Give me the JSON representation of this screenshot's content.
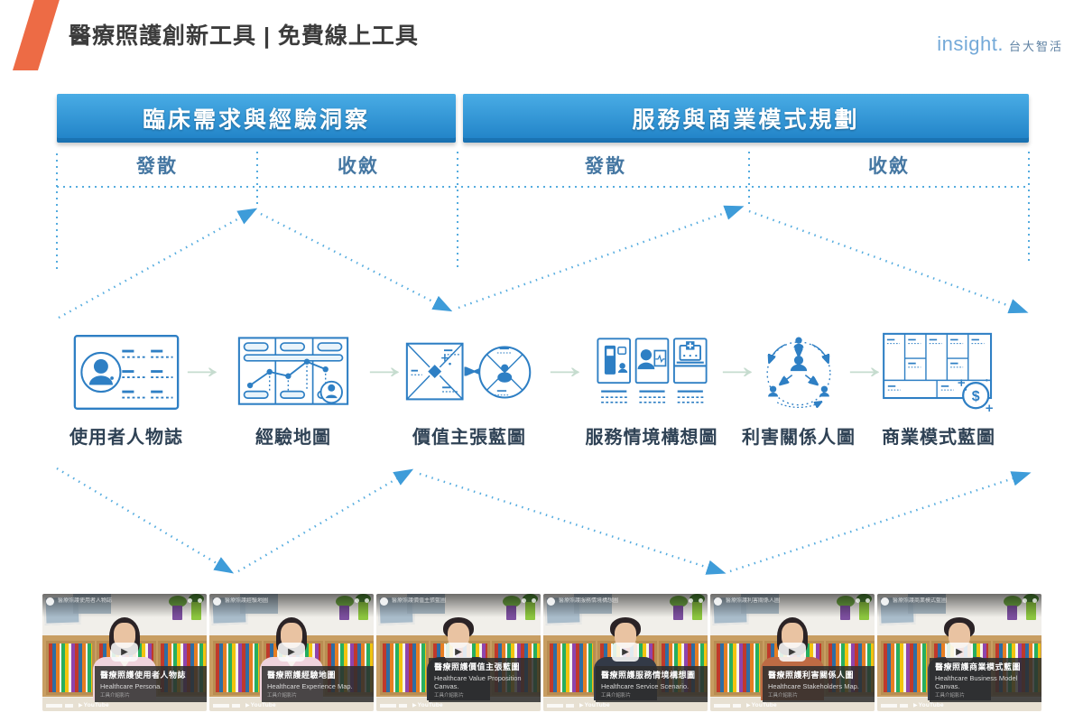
{
  "header": {
    "title": "醫療照護創新工具 | 免費線上工具"
  },
  "brand": {
    "name": "insight.",
    "org": "台大智活"
  },
  "process": {
    "sections": [
      {
        "title": "臨床需求與經驗洞察",
        "phases": [
          {
            "label": "發散"
          },
          {
            "label": "收斂"
          }
        ]
      },
      {
        "title": "服務與商業模式規劃",
        "phases": [
          {
            "label": "發散"
          },
          {
            "label": "收斂"
          }
        ]
      }
    ],
    "tools": [
      {
        "label": "使用者人物誌",
        "icon": "persona-card-icon"
      },
      {
        "label": "經驗地圖",
        "icon": "experience-map-icon"
      },
      {
        "label": "價值主張藍圖",
        "icon": "value-proposition-icon"
      },
      {
        "label": "服務情境構想圖",
        "icon": "service-scenario-icon"
      },
      {
        "label": "利害關係人圖",
        "icon": "stakeholders-map-icon"
      },
      {
        "label": "商業模式藍圖",
        "icon": "business-model-canvas-icon"
      }
    ]
  },
  "videos": [
    {
      "title_zh": "醫療照護使用者人物誌",
      "title_en": "Healthcare Persona.",
      "sub": "工具介紹影片"
    },
    {
      "title_zh": "醫療照護經驗地圖",
      "title_en": "Healthcare Experience Map.",
      "sub": "工具介紹影片"
    },
    {
      "title_zh": "醫療照護價值主張藍圖",
      "title_en": "Healthcare Value Proposition Canvas.",
      "sub": "工具介紹影片"
    },
    {
      "title_zh": "醫療照護服務情境構想圖",
      "title_en": "Healthcare Service Scenario.",
      "sub": "工具介紹影片"
    },
    {
      "title_zh": "醫療照護利害關係人圖",
      "title_en": "Healthcare Stakeholders Map.",
      "sub": "工具介紹影片"
    },
    {
      "title_zh": "醫療照護商業模式藍圖",
      "title_en": "Healthcare Business Model Canvas.",
      "sub": "工具介紹影片"
    }
  ],
  "player": {
    "youtube_label": "YouTube"
  },
  "icons": {
    "arrow_right": "→",
    "play": "▶",
    "dollar": "$"
  },
  "palette": {
    "accent_orange": "#ED6B45",
    "banner_blue": "#2E97D8",
    "dotted_blue": "#55ACDF",
    "icon_blue": "#2E7FC4",
    "arrow_green": "#C6DCCF",
    "brand_blue": "#74A9D8"
  }
}
